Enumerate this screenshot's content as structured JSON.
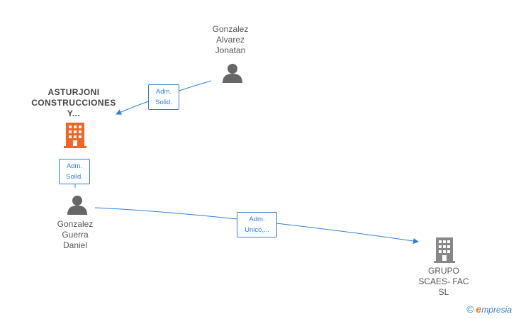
{
  "nodes": {
    "person_top": {
      "label": "Gonzalez\nAlvarez\nJonatan",
      "icon": "person-icon",
      "color": "#666666"
    },
    "company_main": {
      "label": "ASTURJONI\nCONSTRUCCIONES\nY...",
      "icon": "building-icon",
      "color": "#f26522"
    },
    "person_mid": {
      "label": "Gonzalez\nGuerra\nDaniel",
      "icon": "person-icon",
      "color": "#666666"
    },
    "company_bottom": {
      "label": "GRUPO\nSCAES- FAC\nSL",
      "icon": "building-icon",
      "color": "#888888"
    }
  },
  "edges": [
    {
      "from": "person_top",
      "to": "company_main",
      "label": "Adm.\nSolid."
    },
    {
      "from": "person_mid",
      "to": "company_main",
      "label": "Adm.\nSolid."
    },
    {
      "from": "person_mid",
      "to": "company_bottom",
      "label": "Adm.\nUnico,..."
    }
  ],
  "edge_color": "#2f7ed8",
  "watermark": {
    "copyright": "©",
    "brand_first": "e",
    "brand_rest": "mpresia"
  }
}
